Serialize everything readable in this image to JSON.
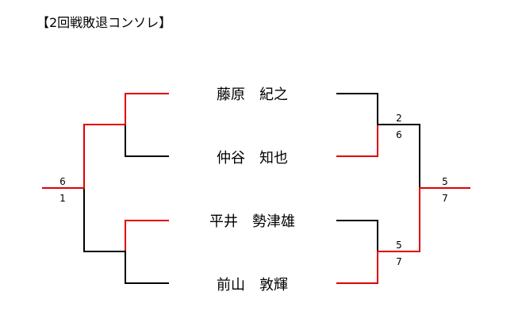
{
  "title": "【2回戦敗退コンソレ】",
  "colors": {
    "win": "#e00000",
    "lose": "#000000",
    "text": "#000000"
  },
  "players": [
    {
      "name": "藤原　紀之"
    },
    {
      "name": "仲谷　知也"
    },
    {
      "name": "平井　勢津雄"
    },
    {
      "name": "前山　敦輝"
    }
  ],
  "scores": {
    "left_final": {
      "top": "6",
      "bottom": "1"
    },
    "right_semi_1": {
      "top": "2",
      "bottom": "6"
    },
    "right_semi_2": {
      "top": "5",
      "bottom": "7"
    },
    "right_final": {
      "top": "5",
      "bottom": "7"
    }
  }
}
